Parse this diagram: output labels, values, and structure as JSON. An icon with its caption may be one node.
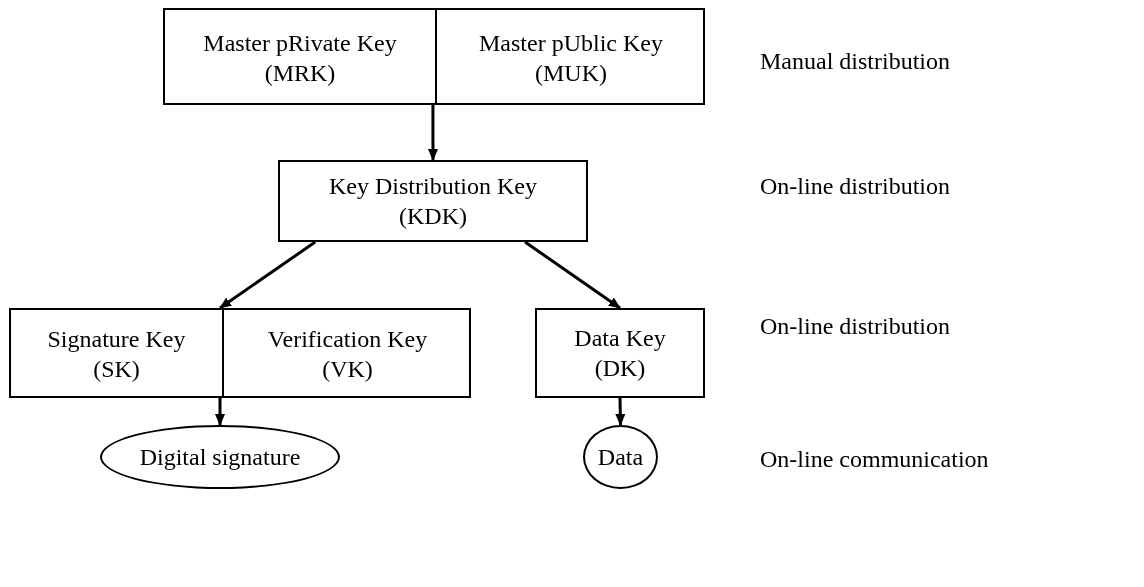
{
  "diagram": {
    "nodes": [
      {
        "text": [],
        "shape": "box"
      },
      {
        "text": [
          "Master pRivate Key (MRK)"
        ],
        "in": 0
      },
      {
        "text": [
          "Master pUblic Key (MUK)"
        ],
        "in": 0
      },
      {
        "text": [
          "Key Distribution Key (KDK)"
        ]
      },
      {
        "text": [],
        "shape": "box"
      },
      {
        "text": [
          "Signature Key (SK)"
        ],
        "in": 4
      },
      {
        "text": [
          "Verification Key (VK)"
        ],
        "in": 4
      },
      {
        "text": [
          "Data Key (DK)"
        ]
      },
      {
        "text": [
          "Digital signature"
        ]
      },
      {
        "text": [
          "Data"
        ]
      }
    ],
    "edges": [
      {
        "from": 0,
        "to": 3,
        "arrow": "to"
      },
      {
        "from": 3,
        "to": 4,
        "arrow": "to"
      },
      {
        "from": 3,
        "to": 7,
        "arrow": "to"
      },
      {
        "from": 4,
        "to": 8,
        "arrow": "to"
      },
      {
        "from": 7,
        "to": 9,
        "arrow": "to"
      }
    ],
    "labels": [
      "Manual distribution",
      "On-line distribution",
      "On-line distribution",
      "On-line communication"
    ]
  }
}
